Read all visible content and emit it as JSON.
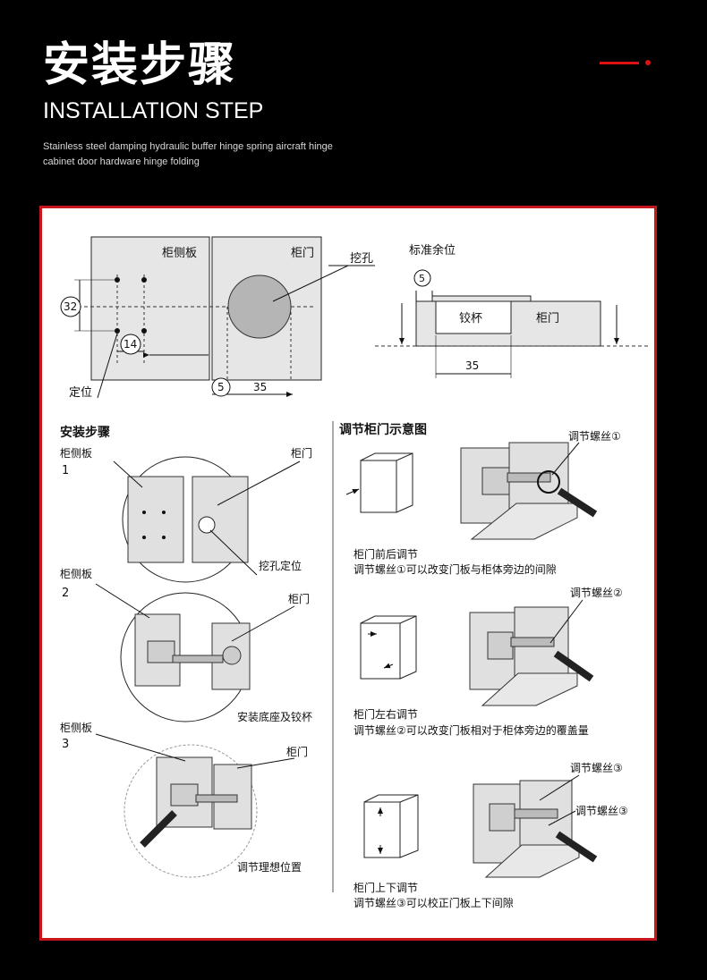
{
  "header": {
    "title_cn": "安装步骤",
    "title_en": "INSTALLATION STEP",
    "subtitle": "Stainless steel damping hydraulic buffer hinge spring aircraft hinge cabinet door hardware hinge folding"
  },
  "colors": {
    "accent": "#c8161d",
    "background": "#000000",
    "panel": "#ffffff"
  },
  "diagram": {
    "top": {
      "side_panel": "柜侧板",
      "door": "柜门",
      "hole": "挖孔",
      "locate": "定位",
      "dim_32": "32",
      "dim_14": "14",
      "dim_5": "5",
      "dim_35": "35",
      "standard_margin": "标准余位",
      "margin_5": "5",
      "cup": "铰杯",
      "door2": "柜门",
      "cup_35": "35"
    },
    "steps": {
      "heading": "安装步骤",
      "s1_side": "柜侧板",
      "s1_num": "1",
      "s1_door": "柜门",
      "s1_caption": "挖孔定位",
      "s2_side": "柜侧板",
      "s2_num": "2",
      "s2_door": "柜门",
      "s2_caption": "安装底座及铰杯",
      "s3_side": "柜侧板",
      "s3_num": "3",
      "s3_door": "柜门",
      "s3_caption": "调节理想位置"
    },
    "adjust": {
      "heading": "调节柜门示意图",
      "screw1": "调节螺丝①",
      "a1_title": "柜门前后调节",
      "a1_desc": "调节螺丝①可以改变门板与柜体旁边的间隙",
      "screw2": "调节螺丝②",
      "a2_title": "柜门左右调节",
      "a2_desc": "调节螺丝②可以改变门板相对于柜体旁边的覆盖量",
      "screw3a": "调节螺丝③",
      "screw3b": "调节螺丝③",
      "a3_title": "柜门上下调节",
      "a3_desc": "调节螺丝③可以校正门板上下间隙"
    }
  }
}
